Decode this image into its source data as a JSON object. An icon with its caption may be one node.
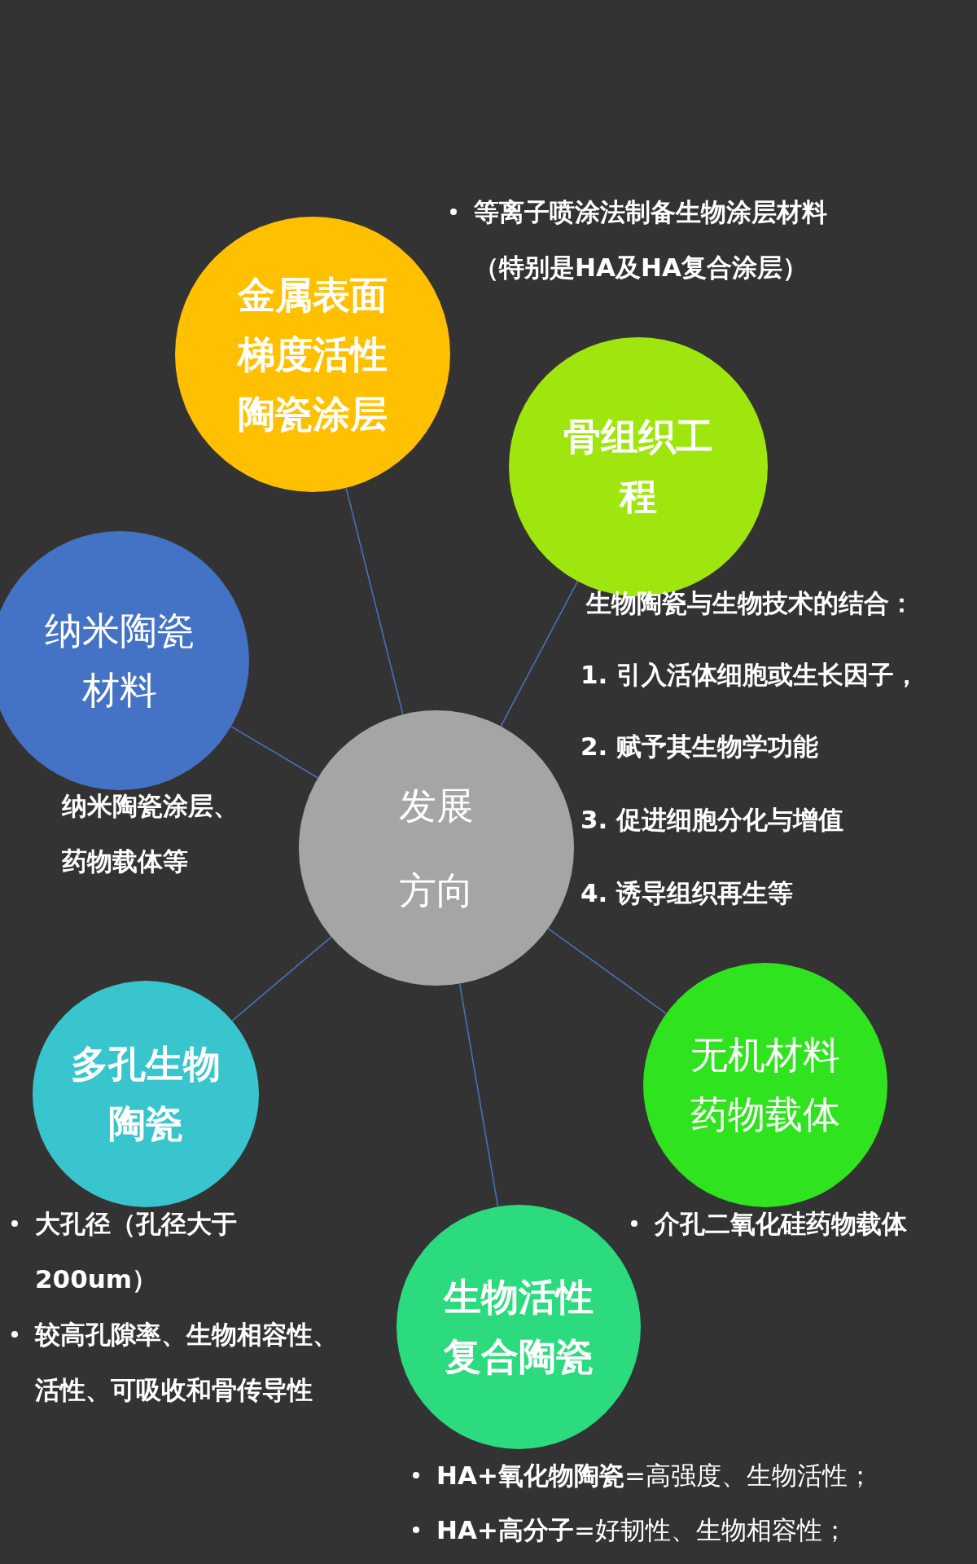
{
  "diagram": {
    "nodes": [
      {
        "text": [
          "发展方向"
        ]
      },
      {
        "text": [
          "金属表面梯度活性陶瓷涂层"
        ],
        "beside": [
          "等离子喷涂法制备生物涂层材料（特别是HA及HA复合涂层）"
        ]
      },
      {
        "text": [
          "骨组织工程"
        ],
        "beside": [
          "生物陶瓷与生物技术的结合："
        ]
      },
      {
        "text": [
          "纳米陶瓷材料"
        ],
        "beside": [
          "纳米陶瓷涂层、药物载体等"
        ]
      },
      {
        "text": [
          "多孔生物陶瓷"
        ],
        "beside": [
          "大孔径（孔径大于200um）",
          "较高孔隙率、生物相容性、活性、可吸收和骨传导性"
        ]
      },
      {
        "text": [
          "无机材料药物载体"
        ],
        "beside": [
          "介孔二氧化硅药物载体"
        ]
      },
      {
        "text": [
          "生物活性复合陶瓷"
        ],
        "beside": [
          "**HA+氧化物陶瓷**=高强度、生物活性；",
          "**HA+高分子**=好韧性、生物相容性；"
        ]
      }
    ],
    "edges": [
      {
        "from": 0,
        "to": 1,
        "arrow": "none"
      },
      {
        "from": 0,
        "to": 2,
        "arrow": "none"
      },
      {
        "from": 0,
        "to": 3,
        "arrow": "none"
      },
      {
        "from": 0,
        "to": 4,
        "arrow": "none"
      },
      {
        "from": 0,
        "to": 5,
        "arrow": "none"
      },
      {
        "from": 0,
        "to": 6,
        "arrow": "none"
      }
    ],
    "labels": [
      "1. 引入活体细胞或生长因子，",
      "2. 赋予其生物学功能",
      "3. 促进细胞分化与增值",
      "4. 诱导组织再生等"
    ]
  }
}
